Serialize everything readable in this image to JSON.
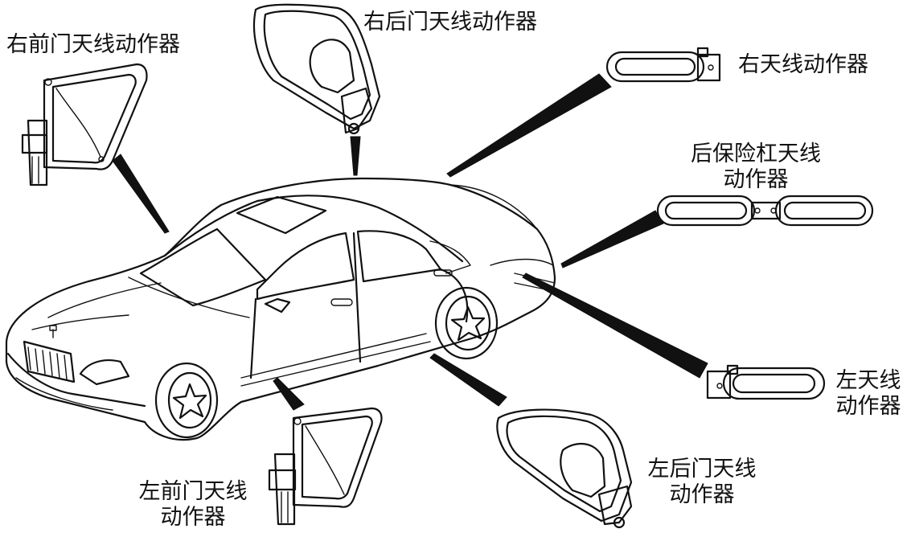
{
  "labels": {
    "right_front_door": "右前门天线动作器",
    "right_rear_door": "右后门天线动作器",
    "right_antenna": "右天线动作器",
    "rear_bumper_line1": "后保险杠天线",
    "rear_bumper_line2": "动作器",
    "left_antenna_line1": "左天线",
    "left_antenna_line2": "动作器",
    "left_rear_door_line1": "左后门天线",
    "left_rear_door_line2": "动作器",
    "left_front_door_line1": "左前门天线",
    "left_front_door_line2": "动作器"
  }
}
